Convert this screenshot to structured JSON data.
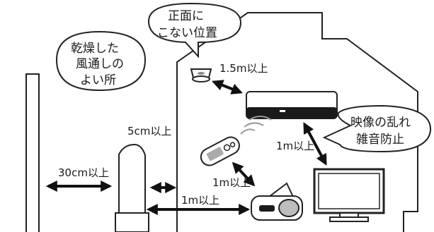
{
  "bubbles": {
    "top": [
      "正面に",
      "こない位置"
    ],
    "left": [
      "乾燥した",
      "風通しの",
      "よい所"
    ],
    "right": [
      "映像の乱れ",
      "雑音防止"
    ]
  },
  "labels": {
    "detector_to_ac": "1.5m以上",
    "ac_to_tv": "1m以上",
    "remote_to_radio": "1m以上",
    "indoor_unit_to_wall": "5cm以上",
    "left_side": "30cm以上",
    "unit_to_radio": "1m以上"
  },
  "colors": {
    "stroke": "#222222",
    "fill": "#ffffff",
    "gray": "#9a9a9a"
  },
  "icons": {
    "smoke_detector": "smoke-detector-icon",
    "air_conditioner": "air-conditioner-icon",
    "remote": "remote-control-icon",
    "radio": "radio-cassette-icon",
    "tv": "television-icon",
    "indoor_unit": "indoor-unit-icon"
  }
}
